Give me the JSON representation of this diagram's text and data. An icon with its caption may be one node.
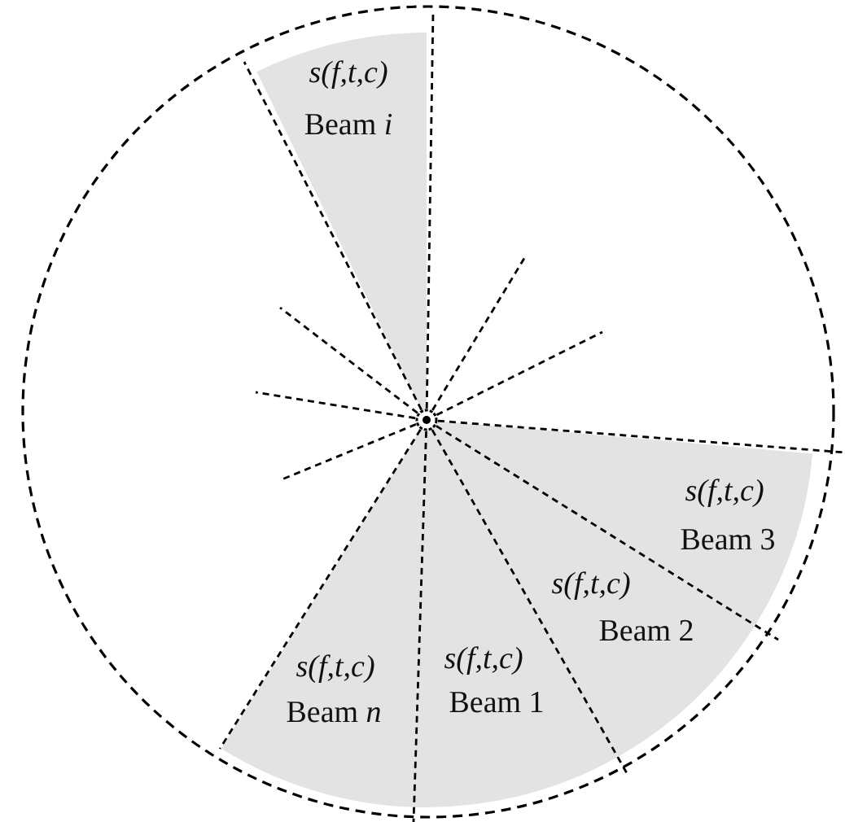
{
  "diagram": {
    "nodes": [
      {
        "text": [
          "s(f,t,c)",
          "Beam *i*"
        ]
      },
      {
        "text": [
          "s(f,t,c)",
          "Beam 3"
        ]
      },
      {
        "text": [
          "s(f,t,c)",
          "Beam 2"
        ]
      },
      {
        "text": [
          "s(f,t,c)",
          "Beam *n*"
        ]
      },
      {
        "text": [
          "s(f,t,c)",
          "Beam 1"
        ]
      }
    ],
    "edges": []
  }
}
